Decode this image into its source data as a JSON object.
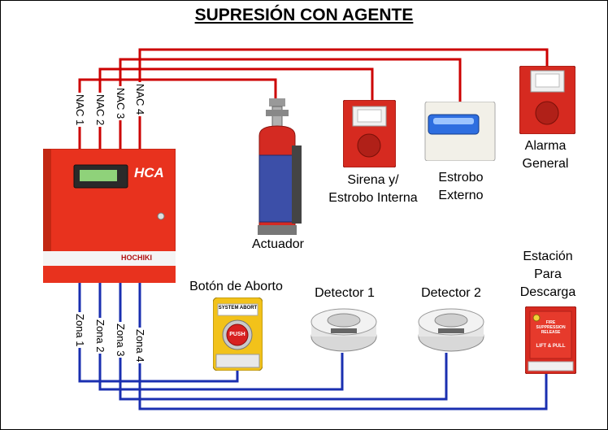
{
  "title": "SUPRESIÓN CON AGENTE",
  "panel": {
    "brand": "HCA",
    "maker": "HOCHIKI"
  },
  "nac_labels": [
    "NAC 1",
    "NAC 2",
    "NAC 3",
    "NAC 4"
  ],
  "zona_labels": [
    "Zona 1",
    "Zona 2",
    "Zona 3",
    "Zona 4"
  ],
  "devices": {
    "actuador": "Actuador",
    "sirena_line1": "Sirena y/",
    "sirena_line2": "Estrobo Interna",
    "estrobo_line1": "Estrobo",
    "estrobo_line2": "Externo",
    "alarma_line1": "Alarma",
    "alarma_line2": "General",
    "aborto": "Botón de Aborto",
    "detector1": "Detector 1",
    "detector2": "Detector 2",
    "estacion_line1": "Estación",
    "estacion_line2": "Para",
    "estacion_line3": "Descarga"
  },
  "abort_button": {
    "header": "SYSTEM ABORT",
    "push": "PUSH"
  },
  "pull_station": {
    "line1": "FIRE",
    "line2": "SUPPRESSION",
    "line3": "RELEASE",
    "line4": "LIFT & PULL"
  },
  "colors": {
    "nac_wire": "#cc0000",
    "zona_wire": "#1a2fb0",
    "panel_red": "#e8321e"
  }
}
